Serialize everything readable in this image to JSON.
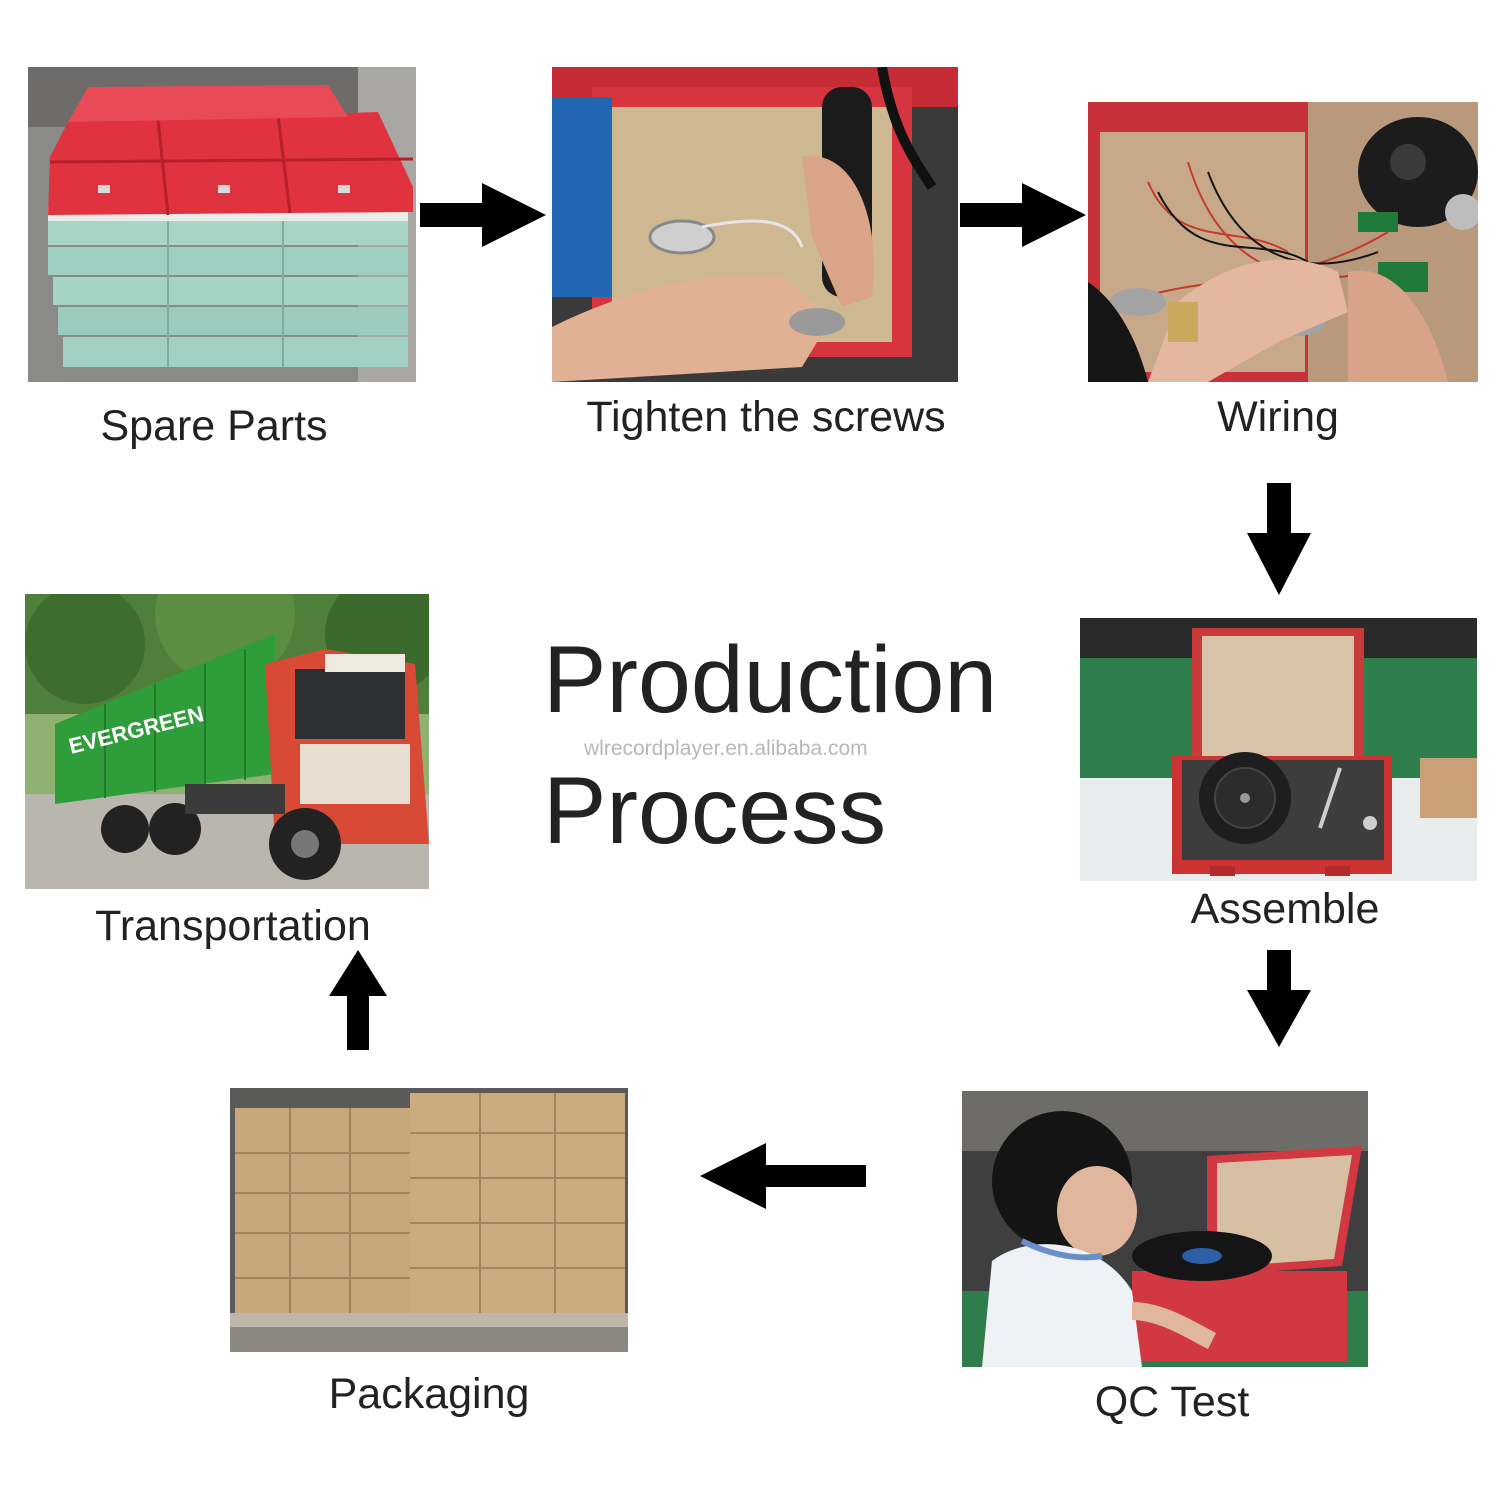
{
  "title": {
    "line1": "Production",
    "line2": "Process"
  },
  "watermark": "wlrecordplayer.en.alibaba.com",
  "steps": [
    {
      "id": "spare-parts",
      "label": "Spare Parts"
    },
    {
      "id": "tighten-screws",
      "label": "Tighten the screws"
    },
    {
      "id": "wiring",
      "label": "Wiring"
    },
    {
      "id": "assemble",
      "label": "Assemble"
    },
    {
      "id": "qc-test",
      "label": "QC Test"
    },
    {
      "id": "packaging",
      "label": "Packaging"
    },
    {
      "id": "transportation",
      "label": "Transportation"
    }
  ],
  "truck_text": "EVERGREEN",
  "arrows": [
    {
      "from": "Spare Parts",
      "to": "Tighten the screws",
      "direction": "right"
    },
    {
      "from": "Tighten the screws",
      "to": "Wiring",
      "direction": "right"
    },
    {
      "from": "Wiring",
      "to": "Assemble",
      "direction": "down"
    },
    {
      "from": "Assemble",
      "to": "QC Test",
      "direction": "down"
    },
    {
      "from": "QC Test",
      "to": "Packaging",
      "direction": "left"
    },
    {
      "from": "Packaging",
      "to": "Transportation",
      "direction": "up"
    }
  ],
  "colors": {
    "arrow": "#000000",
    "case_red": "#d8283a",
    "container_green": "#2f9e3a",
    "cardboard": "#c9a77c"
  }
}
